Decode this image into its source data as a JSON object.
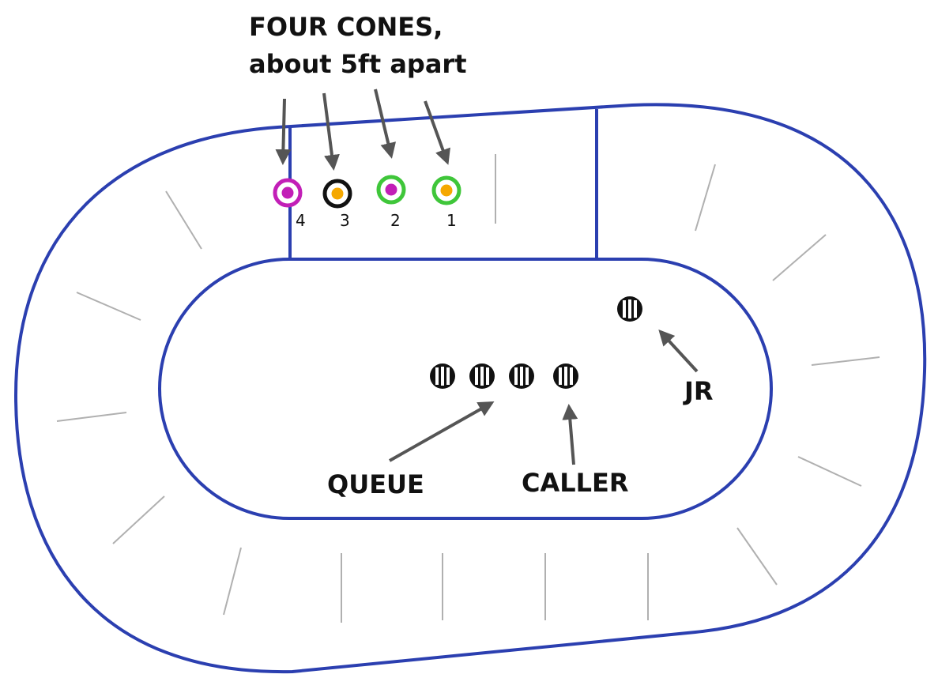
{
  "colors": {
    "track": "#2b3fb0",
    "arrow": "#555555",
    "tick": "#b0b0b0",
    "magenta": "#c21fb7",
    "green": "#3fc63a",
    "orange": "#f5a800",
    "black": "#111111"
  },
  "title": {
    "line1": "FOUR CONES,",
    "line2": "about 5ft apart"
  },
  "cones": [
    {
      "number": "4",
      "ring": "magenta",
      "fill": "magenta"
    },
    {
      "number": "3",
      "ring": "black",
      "fill": "orange"
    },
    {
      "number": "2",
      "ring": "green",
      "fill": "magenta"
    },
    {
      "number": "1",
      "ring": "green",
      "fill": "orange"
    }
  ],
  "labels": {
    "queue": "QUEUE",
    "caller": "CALLER",
    "jr": "JR"
  },
  "skater_icon": "striped-helmet-icon"
}
